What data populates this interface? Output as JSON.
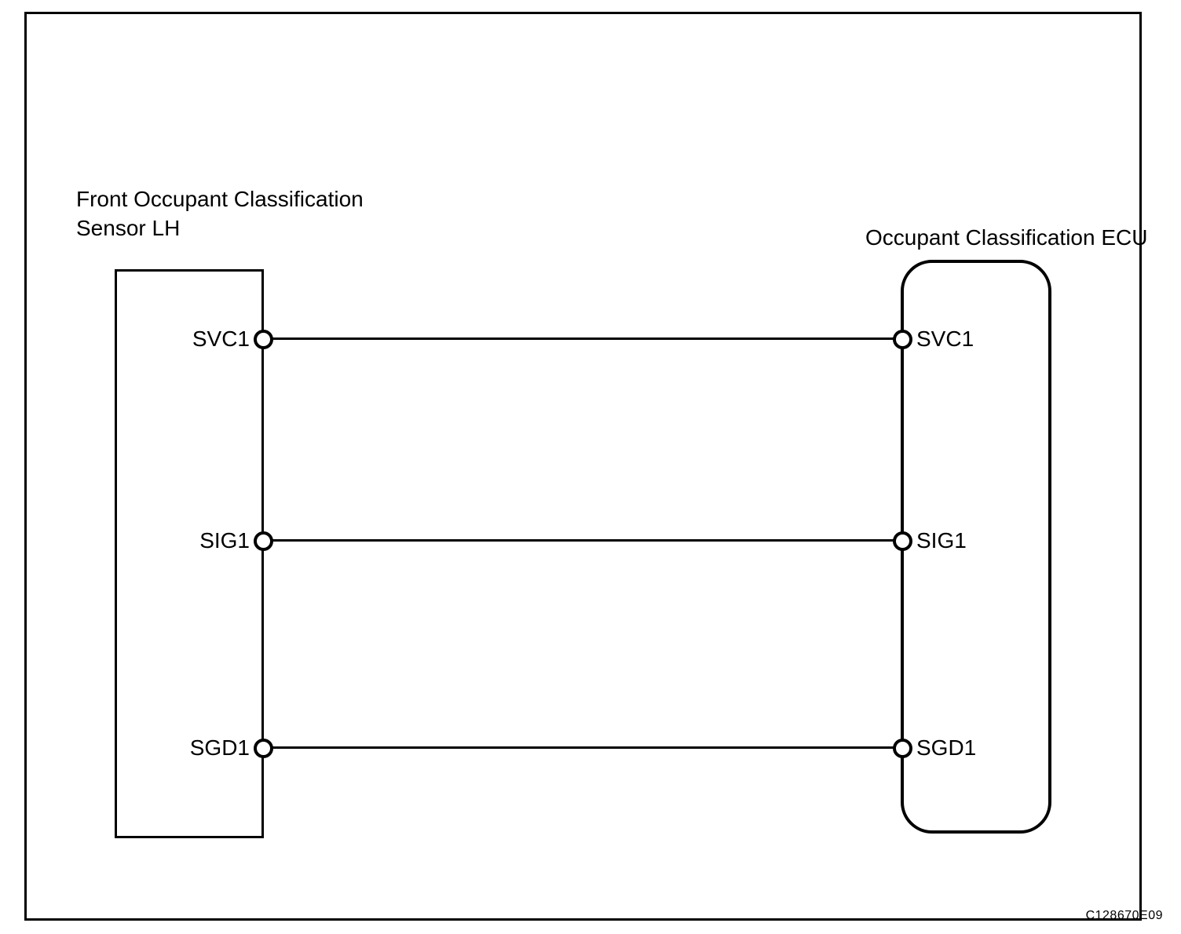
{
  "figure": {
    "left_component": {
      "name_line1": "Front Occupant Classification",
      "name_line2": "Sensor LH",
      "terminals": [
        {
          "pin": "SVC1"
        },
        {
          "pin": "SIG1"
        },
        {
          "pin": "SGD1"
        }
      ]
    },
    "right_component": {
      "name": "Occupant Classification ECU",
      "terminals": [
        {
          "pin": "SVC1"
        },
        {
          "pin": "SIG1"
        },
        {
          "pin": "SGD1"
        }
      ]
    },
    "connections": [
      {
        "from": "SVC1",
        "to": "SVC1"
      },
      {
        "from": "SIG1",
        "to": "SIG1"
      },
      {
        "from": "SGD1",
        "to": "SGD1"
      }
    ],
    "figure_code": "C128670E09",
    "colors": {
      "line_color": "#000000",
      "background": "#ffffff"
    }
  }
}
